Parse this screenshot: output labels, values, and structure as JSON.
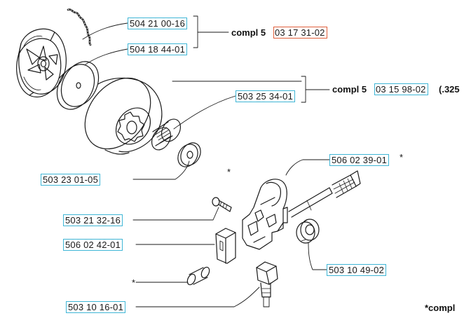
{
  "labels": {
    "p1": "504 21 00-16",
    "p2": "504 18 44-01",
    "p3": "503 25 34-01",
    "p4": "503 23 01-05",
    "p5": "506 02 39-01",
    "p6": "503 21 32-16",
    "p7": "506 02 42-01",
    "p8": "503 10 49-02",
    "p9": "503 10 16-01"
  },
  "assemblies": {
    "a1_prefix": "compl 5",
    "a1_number": "03 17 31-02",
    "a2_prefix": "compl 5",
    "a2_number": "03 15 98-02",
    "a2_suffix": "(.325"
  },
  "notes": {
    "asterisk": "*",
    "p5_mark": "*",
    "legend": "*compl"
  },
  "colors": {
    "label_box": "#3fb6d6",
    "label_box_highlight": "#e0603c",
    "ink": "#1a1a1a"
  }
}
